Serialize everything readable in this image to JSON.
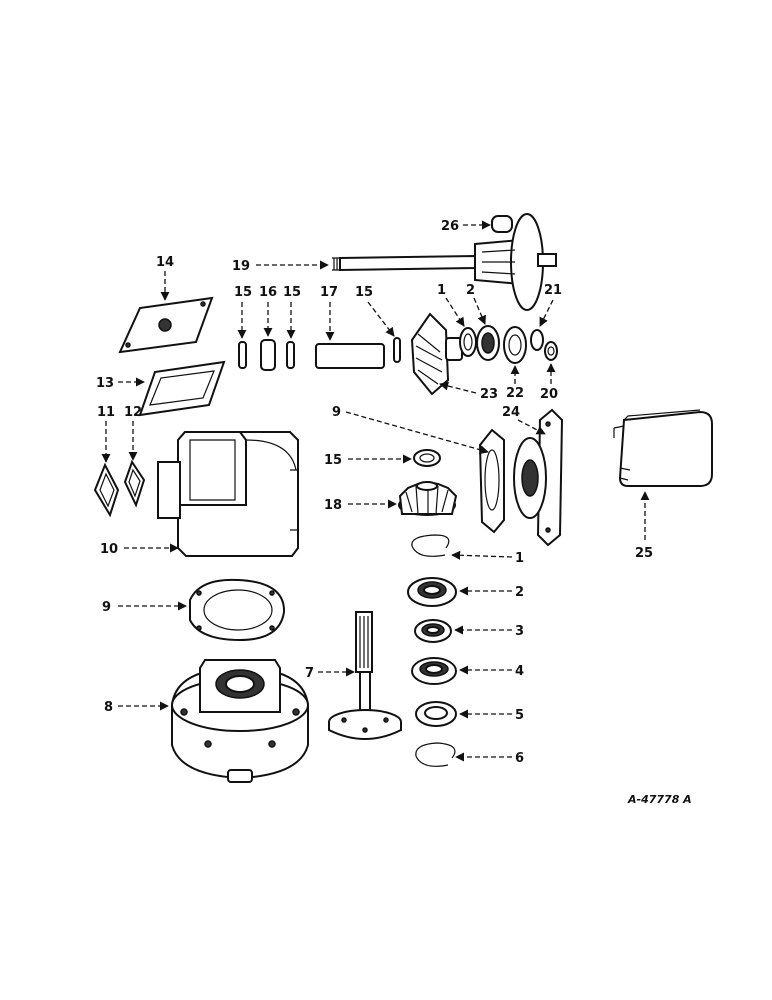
{
  "drawing_ref": "A-47778 A",
  "callouts": {
    "c1": "1",
    "c2": "2",
    "c3": "3",
    "c4": "4",
    "c5": "5",
    "c6": "6",
    "c7": "7",
    "c8": "8",
    "c9": "9",
    "c10": "10",
    "c11": "11",
    "c12": "12",
    "c13": "13",
    "c14": "14",
    "c15": "15",
    "c16": "16",
    "c17": "17",
    "c18": "18",
    "c19": "19",
    "c20": "20",
    "c21": "21",
    "c22": "22",
    "c23": "23",
    "c24": "24",
    "c25": "25",
    "c26": "26"
  },
  "colors": {
    "ink": "#111111",
    "paper": "#ffffff"
  }
}
